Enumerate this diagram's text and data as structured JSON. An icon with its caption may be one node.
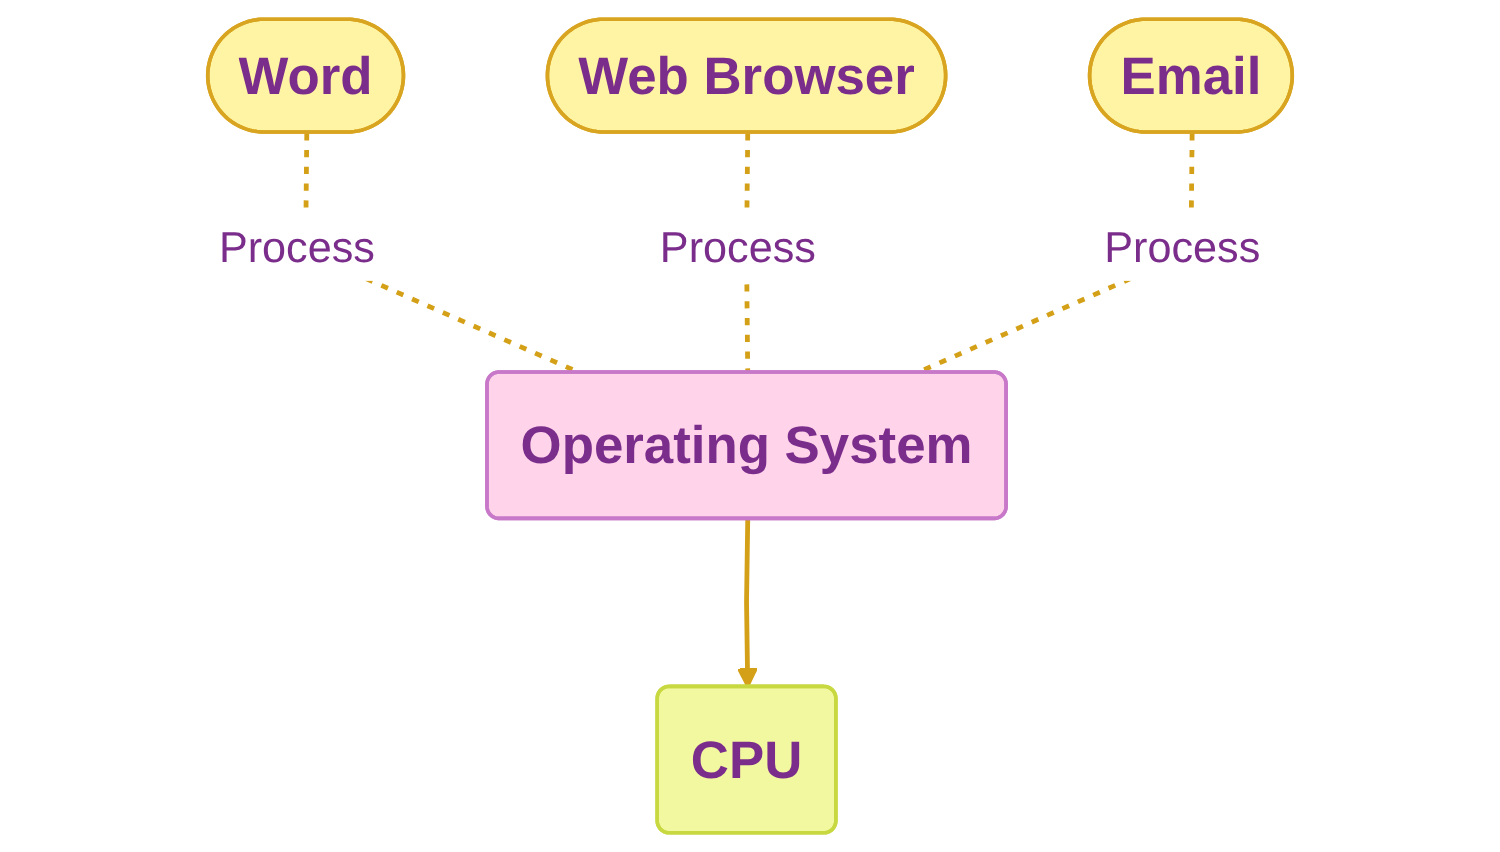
{
  "diagram": {
    "nodes": [
      {
        "text": [
          "Word"
        ]
      },
      {
        "text": [
          "Web Browser"
        ]
      },
      {
        "text": [
          "Email"
        ]
      },
      {
        "text": [
          "Operating System"
        ]
      },
      {
        "text": [
          "CPU"
        ]
      }
    ],
    "edges": [
      {
        "from": 0,
        "to": 3,
        "arrow": "none",
        "style": "dashed",
        "label": "Process"
      },
      {
        "from": 1,
        "to": 3,
        "arrow": "none",
        "style": "dashed",
        "label": "Process"
      },
      {
        "from": 2,
        "to": 3,
        "arrow": "none",
        "style": "dashed",
        "label": "Process"
      },
      {
        "from": 3,
        "to": 4,
        "arrow": "to"
      }
    ]
  }
}
